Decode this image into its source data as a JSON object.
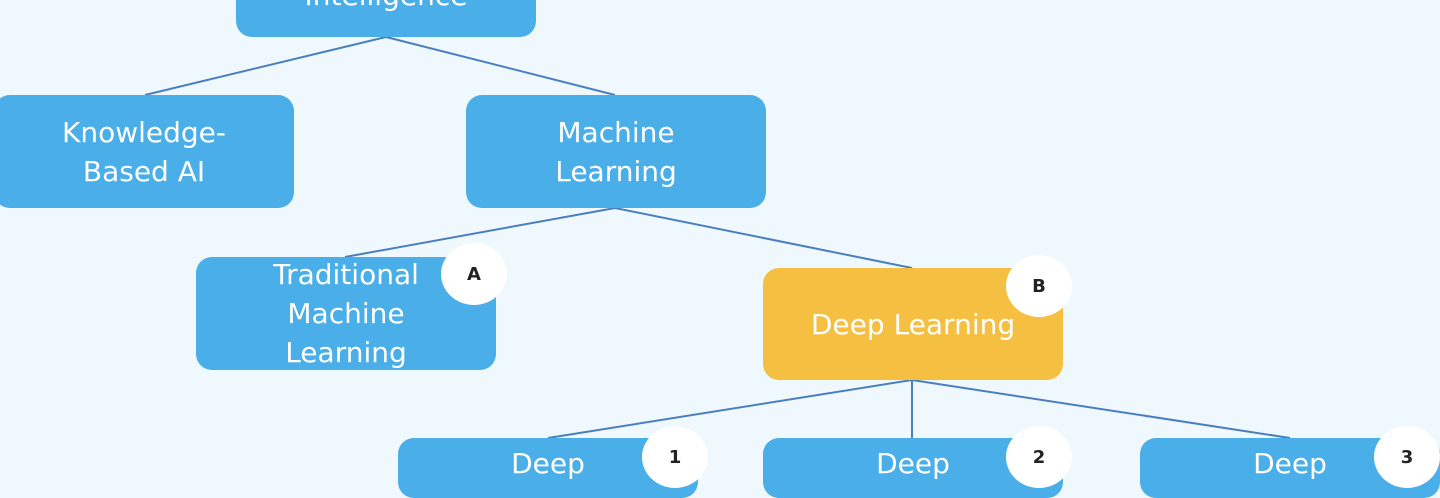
{
  "diagram": {
    "nodes": {
      "ai": {
        "label": "Intelligence"
      },
      "kbai": {
        "label": "Knowledge-\nBased AI"
      },
      "ml": {
        "label": "Machine\nLearning"
      },
      "tml": {
        "label": "Traditional\nMachine\nLearning"
      },
      "dl": {
        "label": "Deep Learning"
      },
      "dl1": {
        "label": "Deep"
      },
      "dl2": {
        "label": "Deep"
      },
      "dl3": {
        "label": "Deep"
      }
    },
    "badges": {
      "tml": "A",
      "dl": "B",
      "dl1": "1",
      "dl2": "2",
      "dl3": "3"
    },
    "colors": {
      "background": "#eef8fd",
      "node": "#4aaee8",
      "highlight": "#f5c042",
      "connector": "#4a7fbf",
      "badge": "#ffffff"
    }
  }
}
